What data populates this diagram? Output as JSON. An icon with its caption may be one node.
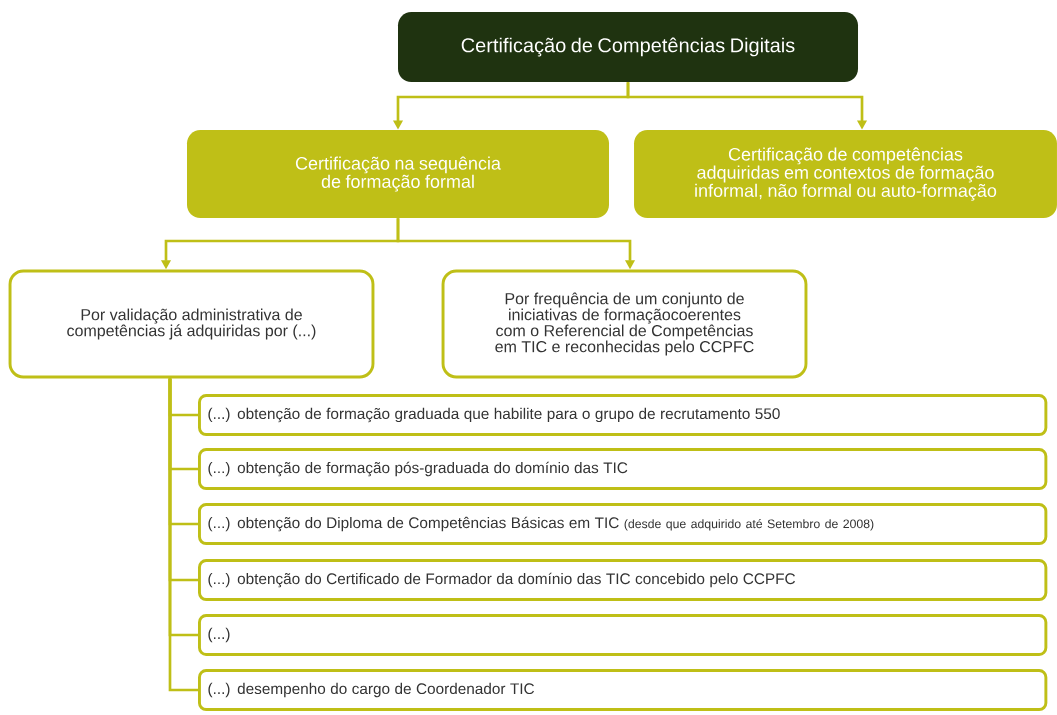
{
  "diagram": {
    "nodes": [
      {
        "text": [
          "Certificação de Competências Digitais"
        ]
      },
      {
        "text": [
          "Certificação na sequência de formação formal"
        ]
      },
      {
        "text": [
          "Certificação de competências adquiridas em contextos de formação informal, não formal ou auto-formação"
        ]
      },
      {
        "text": [
          "Por validação administrativa de competências já adquiridas por (...)"
        ]
      },
      {
        "text": [
          "Por frequência de um conjunto de iniciativas de formaçãocoerentes com o Referencial de Competências em TIC e reconhecidas pelo CCPFC"
        ]
      },
      {
        "text": [
          "(...) obtenção de formação graduada que habilite para o grupo de recrutamento 550"
        ]
      },
      {
        "text": [
          "(...) obtenção de formação pós-graduada do domínio das TIC"
        ]
      },
      {
        "text": [
          "(...) obtenção do Diploma de Competências Básicas em TIC",
          "(desde que adquirido até Setembro de 2008)"
        ]
      },
      {
        "text": [
          "(...) obtenção do Certificado de Formador da domínio das TIC concebido pelo CCPFC"
        ]
      },
      {
        "text": [
          "(...)"
        ]
      },
      {
        "text": [
          "(...) desempenho do cargo de Coordenador TIC"
        ]
      }
    ],
    "edges": [
      {
        "from": 0,
        "to": 1,
        "arrow": "to"
      },
      {
        "from": 0,
        "to": 2,
        "arrow": "to"
      },
      {
        "from": 1,
        "to": 3,
        "arrow": "to"
      },
      {
        "from": 1,
        "to": 4,
        "arrow": "to"
      },
      {
        "from": 3,
        "to": 5,
        "arrow": "none"
      },
      {
        "from": 3,
        "to": 6,
        "arrow": "none"
      },
      {
        "from": 3,
        "to": 7,
        "arrow": "none"
      },
      {
        "from": 3,
        "to": 8,
        "arrow": "none"
      },
      {
        "from": 3,
        "to": 9,
        "arrow": "none"
      },
      {
        "from": 3,
        "to": 10,
        "arrow": "none"
      }
    ]
  }
}
